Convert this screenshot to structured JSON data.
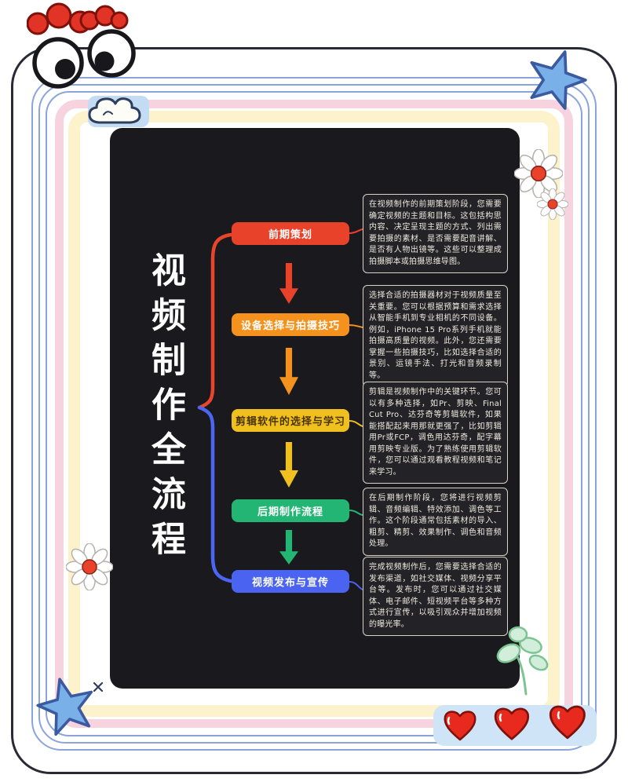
{
  "title": "视频制作全流程",
  "stages": [
    {
      "label": "前期策划",
      "color": "#e8432a",
      "label_color": "#ffffff",
      "description": "在视频制作的前期策划阶段，您需要确定视频的主题和目标。这包括构思内容、决定呈现主题的方式、列出需要拍摄的素材、是否需要配音讲解、是否有人物出镜等。这些可以整理成拍摄脚本或拍摄思维导图。"
    },
    {
      "label": "设备选择与拍摄技巧",
      "color": "#f5921e",
      "label_color": "#ffffff",
      "description": "选择合适的拍摄器材对于视频质量至关重要。您可以根据预算和需求选择从智能手机到专业相机的不同设备。例如，iPhone 15 Pro系列手机就能拍摄高质量的视频。此外，您还需要掌握一些拍摄技巧，比如选择合适的景别、运镜手法、打光和音频录制等。"
    },
    {
      "label": "剪辑软件的选择与学习",
      "color": "#f0c11e",
      "label_color": "#4a3300",
      "description": "剪辑是视频制作中的关键环节。您可以有多种选择，如Pr、剪映、Final Cut Pro、达芬奇等剪辑软件，如果能搭配起来用那就更强了，比如剪辑用Pr或FCP，调色用达芬奇，配字幕用剪映专业版。为了熟练使用剪辑软件，您可以通过观看教程视频和笔记来学习。"
    },
    {
      "label": "后期制作流程",
      "color": "#23b573",
      "label_color": "#ffffff",
      "description": "在后期制作阶段，您将进行视频剪辑、音频编辑、特效添加、调色等工作。这个阶段通常包括素材的导入、粗剪、精剪、效果制作、调色和音频处理。"
    },
    {
      "label": "视频发布与宣传",
      "color": "#4a63f0",
      "label_color": "#ffffff",
      "description": "完成视频制作后，您需要选择合适的发布渠道，如社交媒体、视频分享平台等。发布时，您可以通过社交媒体、电子邮件、短视频平台等多种方式进行宣传，以吸引观众并增加视频的曝光率。"
    }
  ],
  "colors": {
    "panel_bg": "#1a191e",
    "frame_outline": "#2a2a36",
    "frame_blue_line": "#8aa4dc",
    "frame_pink": "#f7d3df",
    "frame_cream": "#fcf2cc",
    "brace_top": "#e8452c",
    "brace_bottom": "#4a66f2",
    "heart_red": "#e8291d",
    "star_blue": "#79b0e8"
  },
  "decorations": [
    "googly-eyes",
    "red-scallops",
    "cloud-doodle",
    "blue-star-top-right",
    "daisy-top-right",
    "daisy-bottom-left",
    "blue-star-bottom-left",
    "plant-doodle",
    "red-hearts",
    "cross-doodle"
  ]
}
